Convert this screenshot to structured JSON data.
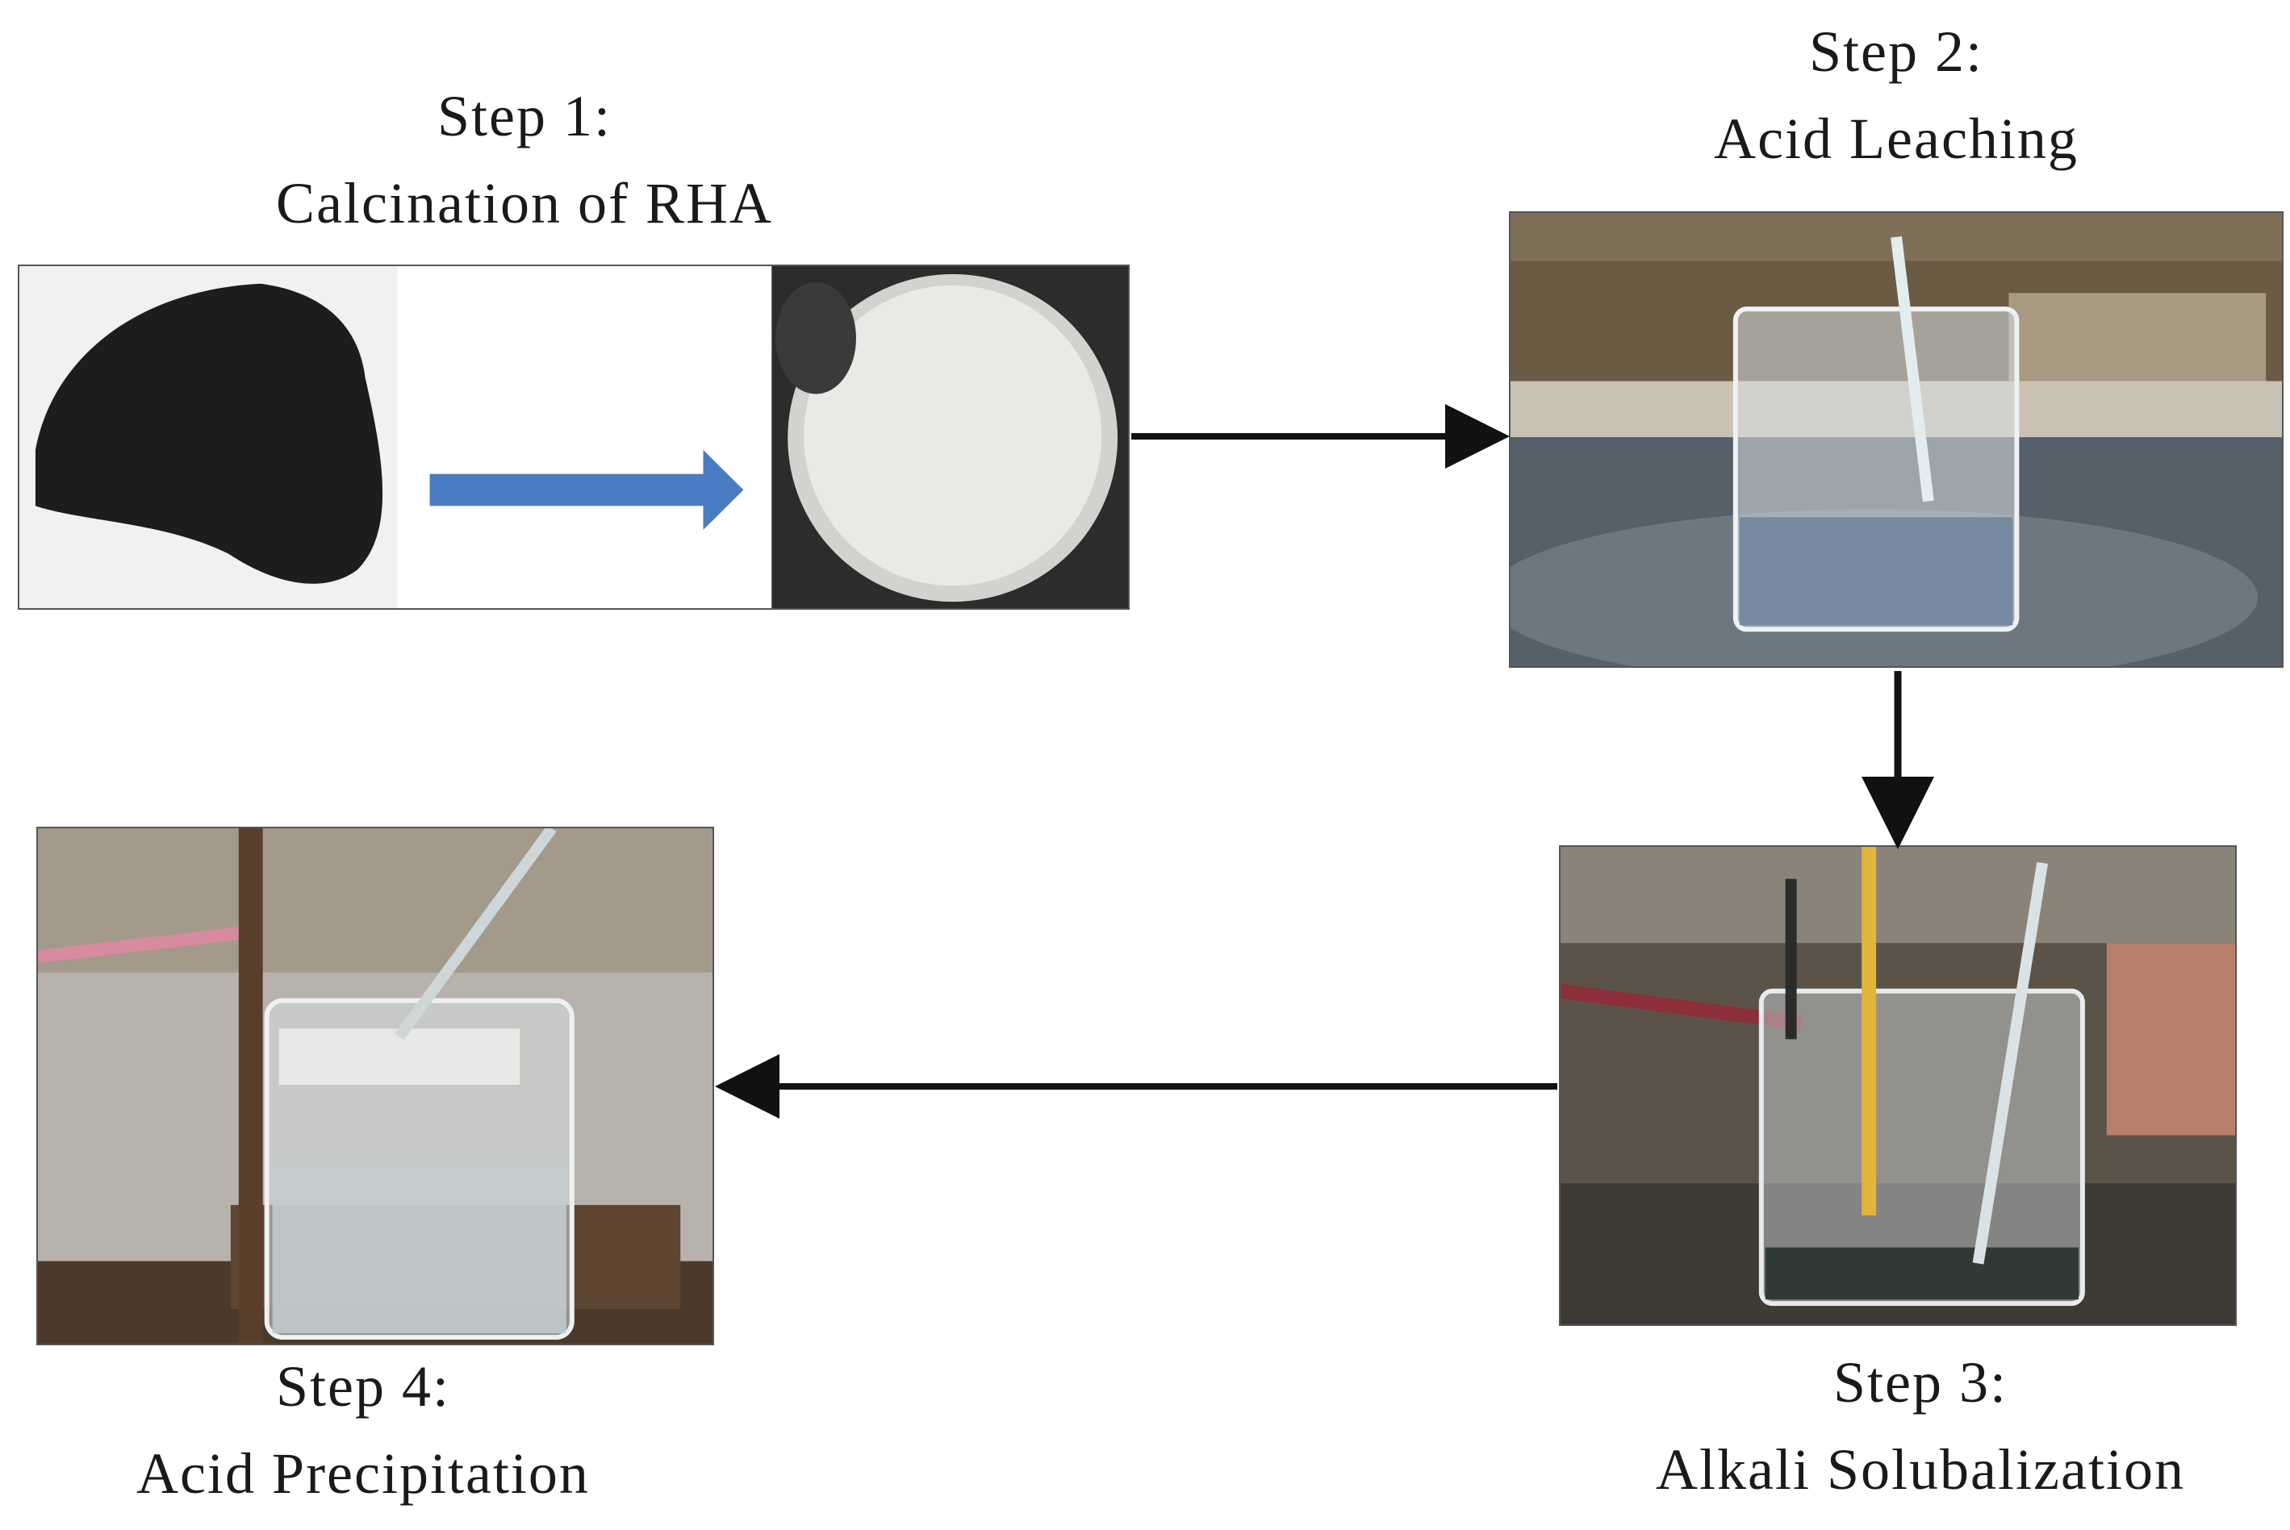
{
  "steps": [
    {
      "step": "Step 1:",
      "name": "Calcination of RHA"
    },
    {
      "step": "Step 2:",
      "name": "Acid Leaching"
    },
    {
      "step": "Step 3:",
      "name": "Alkali Solubalization"
    },
    {
      "step": "Step 4:",
      "name": "Acid Precipitation"
    }
  ],
  "colors": {
    "inner_arrow": "#4a7cc4",
    "flow_arrow": "#111111",
    "ash_black": "#1c1c1c",
    "ash_white": "#e8e6e3"
  }
}
